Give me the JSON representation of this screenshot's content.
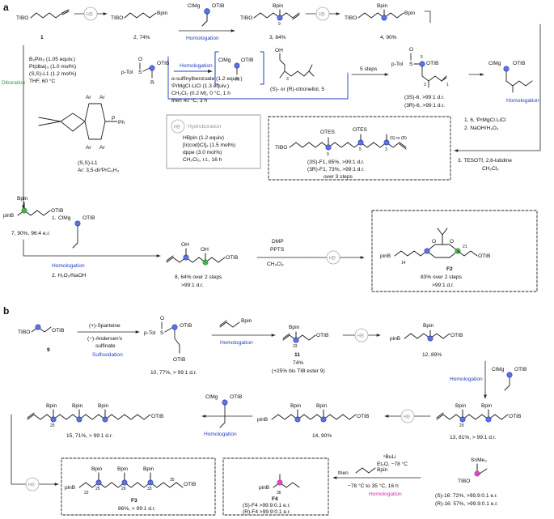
{
  "colors": {
    "blue": "#1f3fbf",
    "green": "#2e9c3a",
    "pink": "#cc2fb0",
    "gray": "#9a9a9a",
    "dot_blue": "#5f73e0",
    "dot_green": "#46b04f",
    "dot_pink": "#d04fc0"
  },
  "panel_a": {
    "label": "a",
    "hb": "HB",
    "c1": {
      "head": "TIBO",
      "num": "1"
    },
    "c2": {
      "head": "TIBO",
      "tail": "Bpin",
      "cap": "2, 74%"
    },
    "homol_reagent_1": {
      "a": "ClMg",
      "b": "OTIB"
    },
    "homologation": "Homologation",
    "c3": {
      "head": "TIBO",
      "b": "Bpin",
      "pos": "9",
      "cap": "3, 84%"
    },
    "c4": {
      "head": "TIBO",
      "b": "Bpin",
      "tail": "Bpin",
      "cap": "4, 90%"
    },
    "diboration": {
      "title": "Diboration",
      "conds": [
        "B₂Pin₂ (1.05 equiv.)",
        "Pt(dba)₃ (1.0 mol%)",
        "(S,S)-L1 (1.2 mol%)",
        "THF, 60 °C"
      ],
      "ligand_ar": "Ar",
      "ligand_ph": "Ph",
      "ligand_p": "P",
      "ligand_name": "(S,S)-L1",
      "ligand_def": "Ar: 3,5-di/ⁱPrC₆H₃"
    },
    "c7": {
      "pinb": "pinB",
      "bpin": "Bpin",
      "otib": "OTIB",
      "cap": "7, 90%, 96:4 e.r."
    },
    "sulfinyl": {
      "ptol": "p-Tol",
      "s": "S",
      "o": "O",
      "otib": "OTIB",
      "r": "R",
      "bracket_a": "ClMg",
      "bracket_b": "OTIB",
      "bracket_r": "R",
      "conds": [
        "α-sulfinylbenzoate (1.2 equiv.)",
        "ⁱPrMgCl·LiCl (1.3 equiv.)",
        "CH₂Cl₂ (0.2 M), 0 °C, 1 h",
        "then 40 °C, 3 h"
      ]
    },
    "citronellol": {
      "oh": "OH",
      "c3": "3",
      "name": "(S)- or (R)-citronellol, 5"
    },
    "five_steps": "5 steps",
    "c6": {
      "ptol": "p-Tol",
      "s": "S",
      "o": "O",
      "otib": "OTIB",
      "five": "5",
      "three": "3",
      "one": "1",
      "cap1": "(3S)-6, >99:1 d.r.",
      "cap2": "(3R)-6, >99:1 d.r."
    },
    "c6b": {
      "a": "ClMg",
      "b": "OTIB"
    },
    "hydroboration": {
      "hb": "HB",
      "title": "Hydroboration",
      "conds": [
        "HBpin (1.2 equiv)",
        "[Ir(cod)Cl]₂ (1.5 mol%)",
        "dppe (3.0 mol%)",
        "CH₂Cl₂, r.t., 16 h"
      ]
    },
    "f1": {
      "head": "TIBO",
      "otes1": "OTES",
      "otes2": "OTES",
      "n9": "9",
      "n5": "5",
      "n3": "3",
      "sr": "(S) or (R)",
      "cap1": "(3S)-F1, 85%, >99:1 d.r.",
      "cap2": "(3R)-F1, 73%, >99:1 d.r.",
      "cap3": "over 3 steps"
    },
    "to_f1_conds": [
      "1. 6, ⁱPrMgCl·LiCl",
      "2. NaOH/H₂O₂",
      "3. TESOTf, 2,6-lutidine",
      "CH₂Cl₂"
    ],
    "c7_conds": {
      "step1": "1.",
      "a": "ClMg",
      "b": "OTIB",
      "homologation": "Homologation",
      "step2": "2. H₂O₂/NaOH"
    },
    "c8": {
      "oh1": "OH",
      "oh2": "OH",
      "otib": "OTIB",
      "cap1": "8, 64% over 2 steps",
      "cap2": ">99:1 d.r."
    },
    "dmp": {
      "l1": "DMP",
      "l2": "PPTS",
      "l3": "CH₂Cl₂"
    },
    "f2": {
      "pinb": "pinB",
      "otib": "OTIB",
      "o1": "O",
      "o2": "O",
      "n14": "14",
      "n21": "21",
      "name": "F2",
      "cap1": "83% over 2 steps",
      "cap2": ">99:1 d.r."
    }
  },
  "panel_b": {
    "label": "b",
    "c9": {
      "tibo": "TIBO",
      "otib": "OTIB",
      "num": "9"
    },
    "sparteine": "(+)-Sparteine",
    "andersen": [
      "(−)-Andersen's",
      "sulfinate"
    ],
    "sulfoxidation": "Sulfoxidation",
    "c10": {
      "ptol": "p-Tol",
      "s": "S",
      "o": "O",
      "otib1": "OTIB",
      "otib2": "OTIB",
      "cap": "10, 77%, > 99:1 d.r."
    },
    "allyl_bpin": "Bpin",
    "homologation": "Homologation",
    "c11": {
      "bpin": "Bpin",
      "n33": "33",
      "otib": "OTIB",
      "num": "11",
      "cap1": "74%",
      "cap2": "(+25% bis TIB ester 9)"
    },
    "c12": {
      "pinb": "pinB",
      "bpin": "Bpin",
      "otib": "OTIB",
      "cap": "12, 89%"
    },
    "reag12": {
      "a": "ClMg",
      "b": "OTIB"
    },
    "c13": {
      "bpin1": "Bpin",
      "bpin2": "Bpin",
      "n29": "29",
      "otib": "OTIB",
      "cap": "13, 81%, > 99:1 d.r."
    },
    "c14": {
      "pinb": "pinB",
      "bpin1": "Bpin",
      "bpin2": "Bpin",
      "otib": "OTIB",
      "cap": "14, 90%"
    },
    "reag14": {
      "a": "ClMg",
      "b": "OTIB"
    },
    "c15": {
      "b1": "Bpin",
      "b2": "Bpin",
      "b3": "Bpin",
      "n25": "25",
      "otib": "OTIB",
      "cap": "15, 71%, > 99:1 d.r."
    },
    "f3": {
      "pinb": "pinB",
      "b1": "Bpin",
      "b2": "Bpin",
      "b3": "Bpin",
      "n22": "22",
      "n25": "25",
      "n29": "29",
      "n33": "33",
      "n35": "35",
      "otib": "OTIB",
      "name": "F3",
      "cap": "86%, > 99:1 d.r."
    },
    "f4": {
      "pinb": "pinB",
      "n36": "36",
      "name": "F4",
      "cap1": "(S)-F4 >99.9:0.1 e.r.",
      "cap2": "(R)-F4 >99.9:0.1 e.r."
    },
    "f4_conds": {
      "buli": "ⁿBuLi",
      "et2o": "Et₂O, −78 °C",
      "then": "then",
      "bpin": "Bpin",
      "temp": "−78 °C to 35 °C, 16 h",
      "homologation": "Homologation"
    },
    "c16": {
      "snme3": "SnMe₃",
      "tibo": "TIBO",
      "cap1": "(S)-16: 72%, >99.9:0.1 e.r.",
      "cap2": "(R)-16: 57%, >99.9:0.1 e.r."
    }
  }
}
